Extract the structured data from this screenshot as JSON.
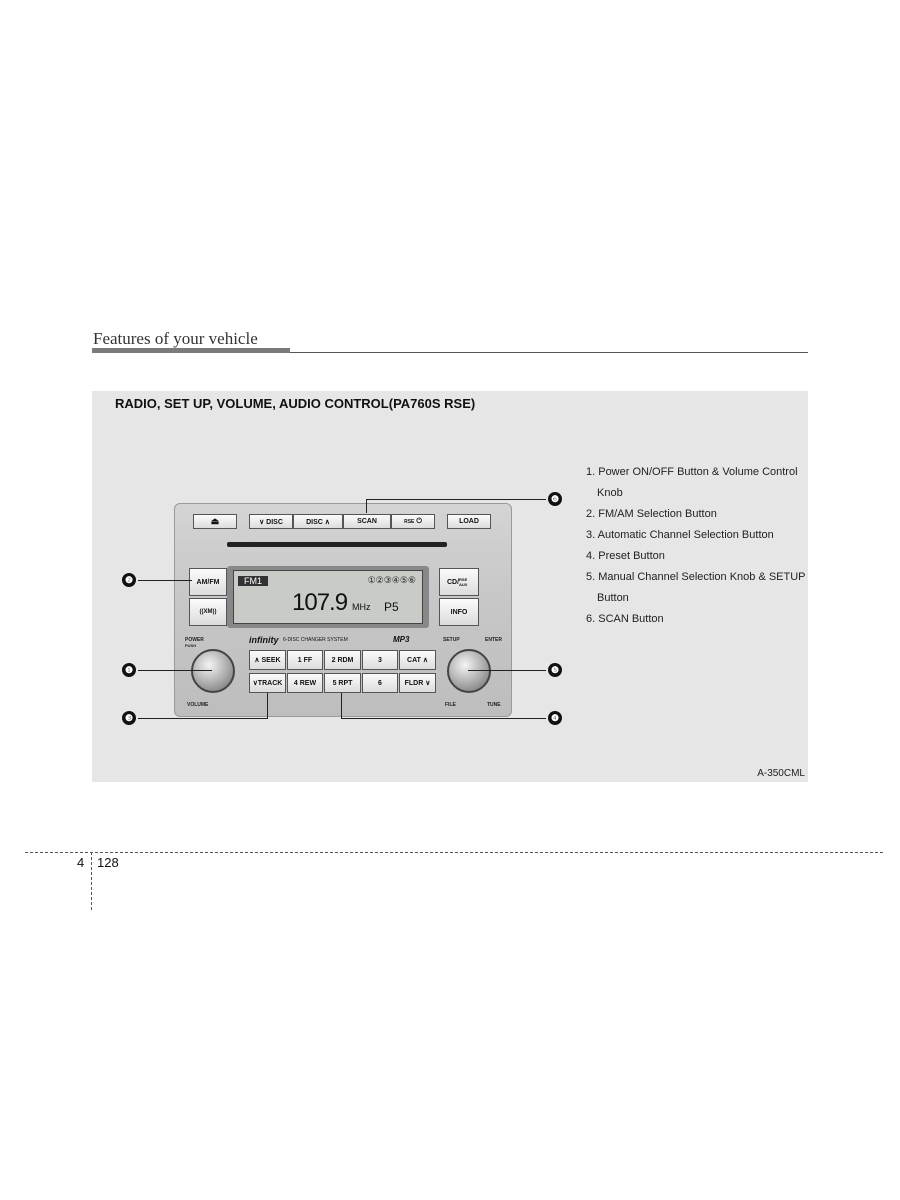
{
  "header": {
    "title": "Features of your vehicle"
  },
  "panel": {
    "title": "RADIO, SET UP, VOLUME, AUDIO CONTROL(PA760S RSE)",
    "figure_code": "A-350CML"
  },
  "legend": [
    "1. Power ON/OFF Button & Volume Control Knob",
    "2. FM/AM Selection Button",
    "3. Automatic Channel Selection Button",
    "4. Preset Button",
    "5. Manual Channel Selection Knob & SETUP Button",
    "6. SCAN Button"
  ],
  "callouts": [
    "❶",
    "❷",
    "❸",
    "❹",
    "❺",
    "❻"
  ],
  "radio": {
    "top_buttons": {
      "eject": "⏏",
      "disc_down": "∨ DISC",
      "disc_up": "DISC ∧",
      "scan": "SCAN",
      "rse": "RSE",
      "load": "LOAD"
    },
    "side_buttons": {
      "amfm": "AM/FM",
      "xm": "((XM))",
      "cd": "CD/",
      "cd_sub": "RSE AUX",
      "info": "INFO"
    },
    "display": {
      "band": "FM1",
      "presets": "①②③④⑤⑥",
      "frequency": "107.9",
      "unit": "MHz",
      "preset": "P5"
    },
    "brand": "infinity",
    "brand_sub": "6-DISC CHANGER SYSTEM",
    "mp3": "MP3",
    "knob_labels": {
      "power": "POWER",
      "push": "PUSH",
      "volume": "VOLUME",
      "setup": "SETUP",
      "enter": "ENTER",
      "file": "FILE",
      "tune": "TUNE"
    },
    "keypad_row1": [
      "∧ SEEK",
      "1 FF",
      "2 RDM",
      "3",
      "CAT ∧"
    ],
    "keypad_row2": [
      "∨TRACK",
      "4 REW",
      "5 RPT",
      "6",
      "FLDR ∨"
    ]
  },
  "footer": {
    "section": "4",
    "page": "128"
  }
}
